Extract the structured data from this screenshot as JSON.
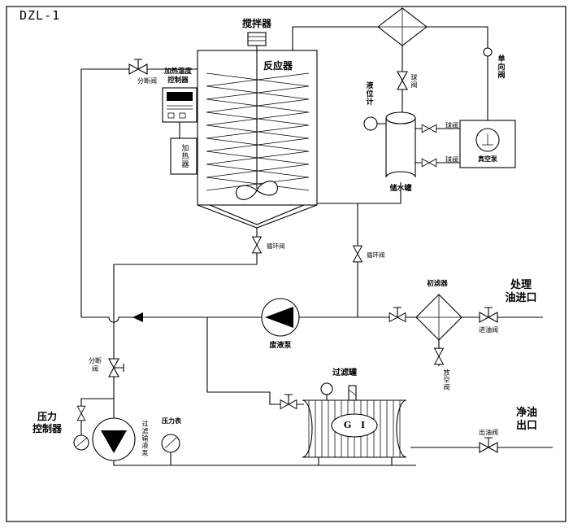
{
  "title": "DZL-1",
  "reactor": {
    "agitator": "搅拌器",
    "vessel": "反应器",
    "heating_controller": "加热温度\n控制器",
    "heater": "加热器"
  },
  "valves": {
    "isolation_top": "分断阀",
    "circulation_1": "循环阀",
    "circulation_2": "循环阀",
    "check": "单向阀",
    "ball_top": "球阀",
    "ball_right_1": "球阀",
    "ball_right_2": "球阀",
    "vent": "放空阀",
    "oil_inlet": "进油阀",
    "isolation_bottom": "分断\n阀",
    "oil_outlet": "出油阀"
  },
  "equipment": {
    "level_gauge": "液位计",
    "water_tank": "储水罐",
    "vacuum_pump": "真空泵",
    "waste_pump": "废液泵",
    "primary_filter": "初滤器",
    "filter_pump": "过滤输液泵",
    "pressure_gauge": "压力表",
    "pressure_controller": "压力\n控制器",
    "filter_tank": "过滤罐",
    "filter_tank_mark": "G I"
  },
  "ports": {
    "treatment_oil_inlet": "处理\n油进口",
    "clean_oil_outlet": "净油\n出口"
  }
}
